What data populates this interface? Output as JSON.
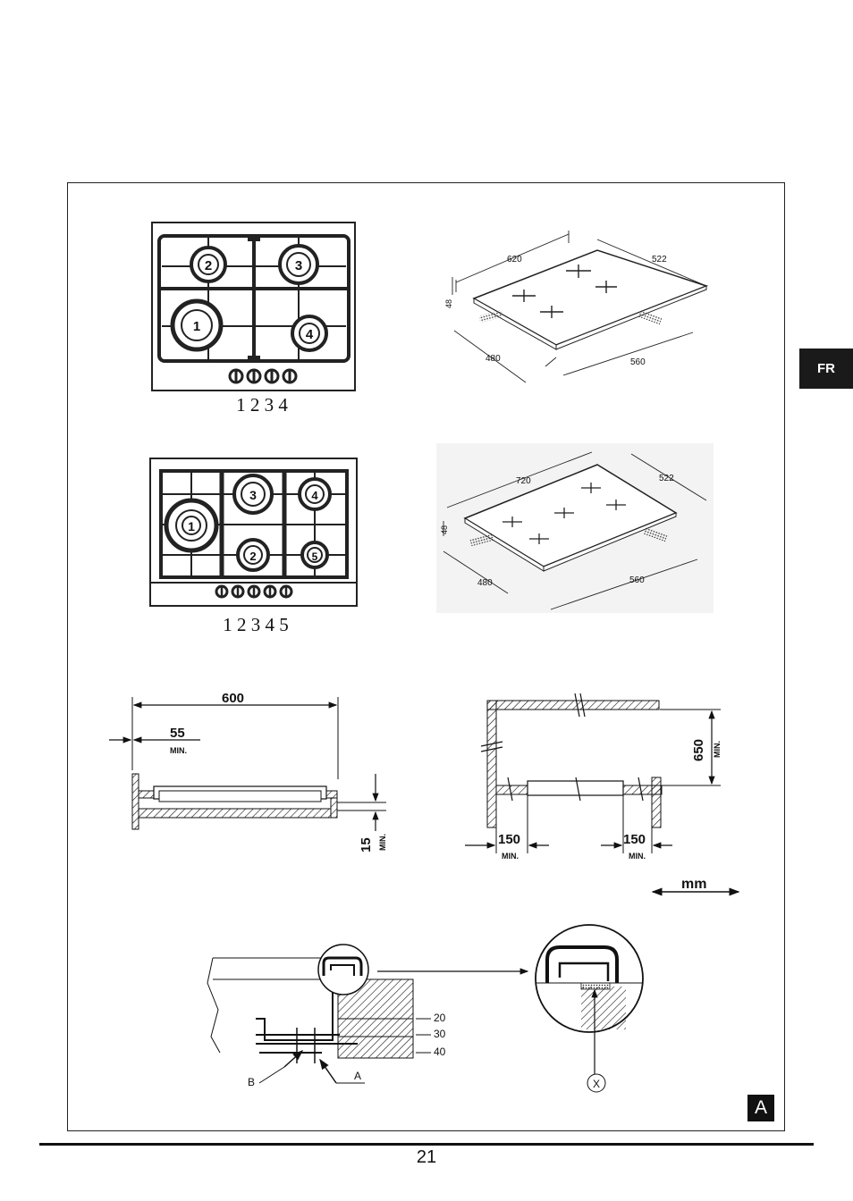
{
  "language_tab": "FR",
  "figure_label": "A",
  "page_number": "21",
  "hob4": {
    "burner_numbers": [
      "1",
      "2",
      "3",
      "4"
    ],
    "knob_legend": "1 2 3 4"
  },
  "hob5": {
    "burner_numbers": [
      "1",
      "2",
      "3",
      "4",
      "5"
    ],
    "knob_legend": "1 2 3 4 5"
  },
  "ceramic1": {
    "width": "620",
    "depth": "522",
    "height": "48",
    "cut_depth": "480",
    "cut_width": "560"
  },
  "ceramic2": {
    "width": "720",
    "depth": "522",
    "height": "48",
    "cut_depth": "480",
    "cut_width": "560"
  },
  "side_view": {
    "overall": "600",
    "edge": "55",
    "edge_min": "MIN.",
    "below": "15",
    "below_min": "MIN."
  },
  "front_view": {
    "height": "650",
    "height_min": "MIN.",
    "left": "150",
    "left_min": "MIN.",
    "right": "150",
    "right_min": "MIN."
  },
  "units": "mm",
  "section": {
    "thickness": [
      "20",
      "30",
      "40"
    ],
    "label_a": "A",
    "label_b": "B",
    "label_x": "X"
  }
}
